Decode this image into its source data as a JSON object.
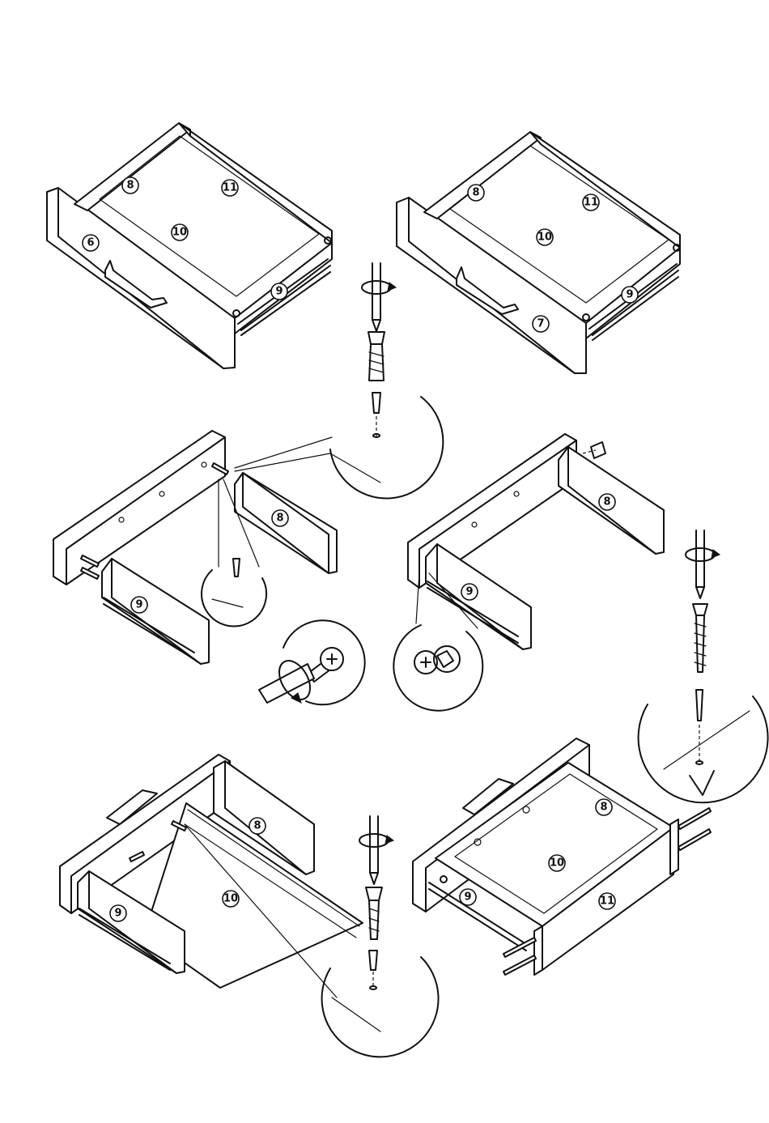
{
  "parts": {
    "p6": "6",
    "p7": "7",
    "p8": "8",
    "p9": "9",
    "p10": "10",
    "p11": "11"
  }
}
